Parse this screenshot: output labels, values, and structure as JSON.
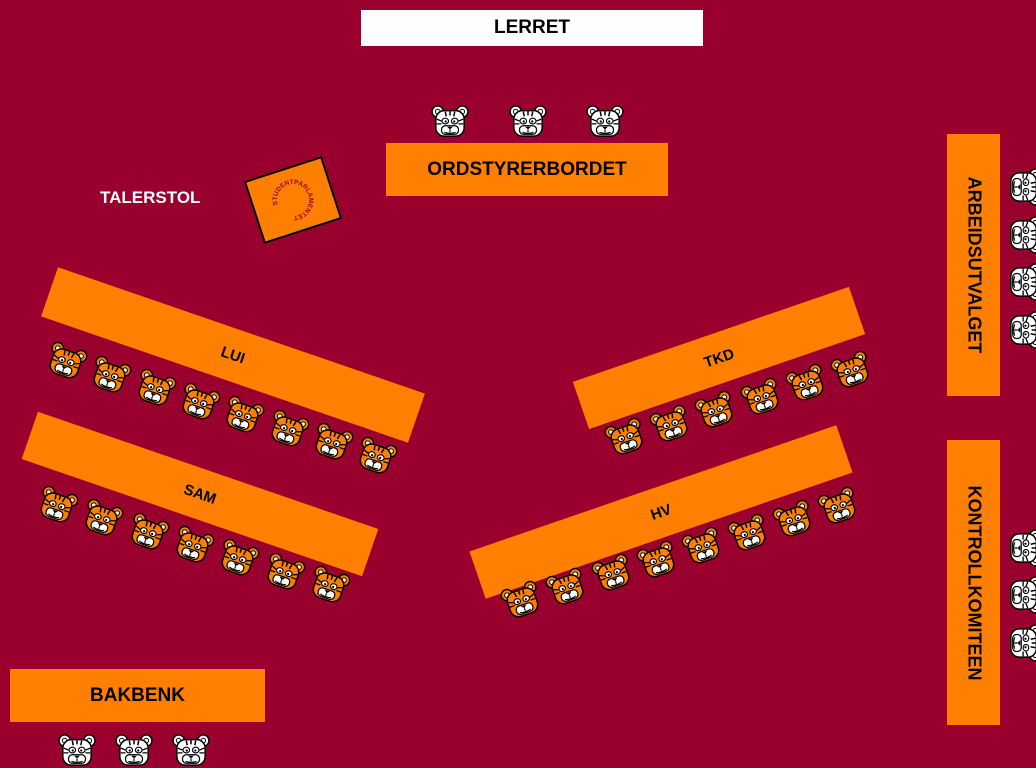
{
  "screen": {
    "label": "LERRET"
  },
  "podium": {
    "label": "TALERSTOL",
    "emblem_text": "STUDENTPARLAMENTET"
  },
  "tables": {
    "ordstyrer": "ORDSTYRERBORDET",
    "lui": "LUI",
    "sam": "SAM",
    "tkd": "TKD",
    "hv": "HV",
    "bakbenk": "BAKBENK",
    "arbeidsutvalget": "ARBEIDSUTVALGET",
    "kontrollkomiteen": "KONTROLLKOMITEEN"
  },
  "colors": {
    "background": "#99002e",
    "table": "#ff7f00",
    "screen": "#ffffff",
    "seat_orange": "#ff7f00",
    "seat_white": "#ffffff"
  },
  "icons": {
    "seat": "tiger-face-icon"
  }
}
